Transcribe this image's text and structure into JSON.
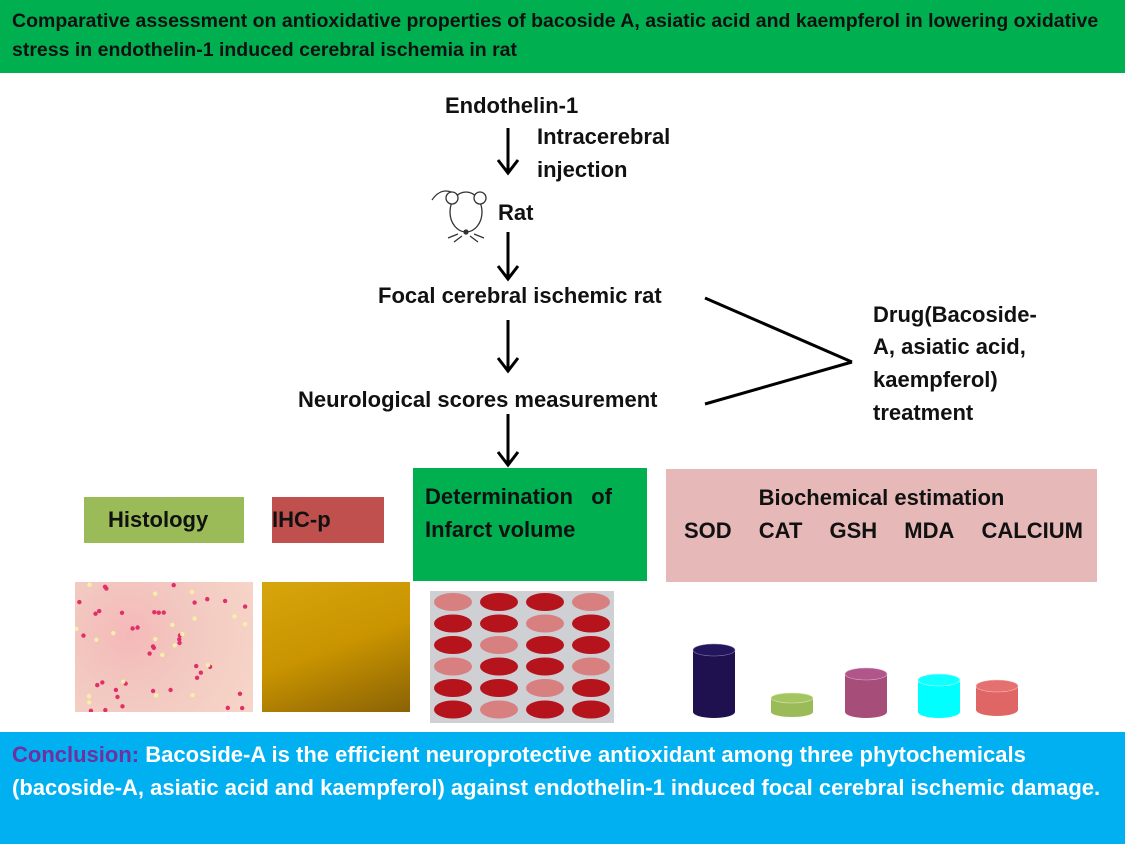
{
  "title": "Comparative assessment on antioxidative properties of bacoside A, asiatic acid and kaempferol in lowering oxidative stress in endothelin-1 induced cerebral ischemia in rat",
  "flow": {
    "endothelin": "Endothelin-1",
    "injection_1": "Intracerebral",
    "injection_2": "injection",
    "rat": "Rat",
    "focal": "Focal cerebral ischemic rat",
    "neuro": "Neurological scores measurement",
    "drug_1": "Drug(Bacoside-",
    "drug_2": "A,  asiatic  acid,",
    "drug_3": "kaempferol)",
    "drug_4": "treatment"
  },
  "boxes": {
    "histology": "Histology",
    "ihc": "IHC-p",
    "infarct_1": "Determination   of",
    "infarct_2": "Infarct volume",
    "biochem": "Biochemical estimation",
    "markers": [
      "SOD",
      "CAT",
      "GSH",
      "MDA",
      "CALCIUM"
    ]
  },
  "colors": {
    "histology": "#9bbb59",
    "ihc": "#c0504d",
    "infarct": "#00b050",
    "biochem": "#e6b9b8",
    "sod": "#1f1150",
    "cat": "#9bbb59",
    "gsh": "#a64d79",
    "mda": "#00ffff",
    "calcium": "#e06666"
  },
  "conclusion": {
    "label": "Conclusion:",
    "text": " Bacoside-A is the efficient neuroprotective antioxidant among three phytochemicals (bacoside-A, asiatic acid and kaempferol) against  endothelin-1 induced focal cerebral ischemic damage."
  }
}
